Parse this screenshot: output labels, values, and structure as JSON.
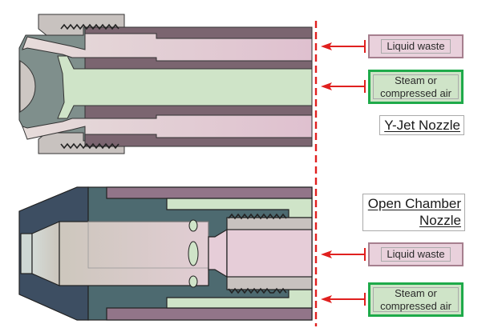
{
  "colors": {
    "liquid_fill": "#e9d1dc",
    "liquid_border": "#a67f8e",
    "steam_fill": "#cfe4c8",
    "steam_border": "#1faa4a",
    "arrow": "#e0201f",
    "tube_wall": "#7b6570",
    "nut": "#c8c2bf",
    "body_teal": "#7f8f8c",
    "open_cap": "#3d4e62",
    "open_body": "#4d6a70",
    "open_outer": "#927589"
  },
  "yjet": {
    "title": "Y-Jet Nozzle",
    "labels": {
      "liquid": "Liquid waste",
      "steam_line1": "Steam or",
      "steam_line2": "compressed air"
    }
  },
  "open_chamber": {
    "title_line1": "Open Chamber",
    "title_line2": "Nozzle",
    "labels": {
      "liquid": "Liquid waste",
      "steam_line1": "Steam or",
      "steam_line2": "compressed air"
    }
  }
}
